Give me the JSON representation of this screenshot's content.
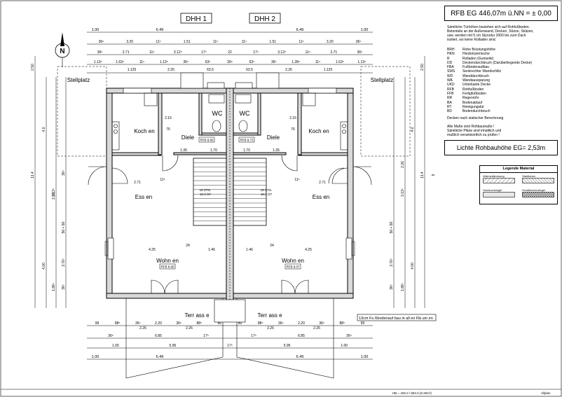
{
  "headers": {
    "dhh1": "DHH 1",
    "dhh2": "DHH 2"
  },
  "title_box": "RFB EG 446,07m ü.NN = ± 0,00",
  "notes": {
    "intro": [
      "Sämtliche Türhöhen beziehen sich auf Rohfußboden.",
      "Betonteile an der Außenwand, Decken, Stürze, Stützen,",
      "usw. werden mit 5 cm Styrodur 2000 bis zum Dach",
      "isoliert, wo keine Rolladen sind."
    ],
    "static": "Decken nach statischer Berechnung",
    "check": [
      "Alle Maße sind Rohbaumaße !",
      "Sämtliche Pläne sind inhaltlich und",
      "maßlich verantwortlich zu prüfen !"
    ]
  },
  "abbreviations": [
    {
      "k": "BRH",
      "v": "Rohe Brüstungshöhe"
    },
    {
      "k": "HKN",
      "v": "Heizkörpernische"
    },
    {
      "k": "R",
      "v": "Rolladen (Gurtseile)"
    },
    {
      "k": "DD",
      "v": "Deckendurchbruch (Darüberliegende Decke)"
    },
    {
      "k": "FBA",
      "v": "Fußbodenaufbau"
    },
    {
      "k": "SWS",
      "v": "Senkrechter Wandschlitz"
    },
    {
      "k": "WD",
      "v": "Wanddurchbruch"
    },
    {
      "k": "WA",
      "v": "Wandaussparung"
    },
    {
      "k": "UKD",
      "v": "Unterkante Decke"
    },
    {
      "k": "RFB",
      "v": "Rohfußboden"
    },
    {
      "k": "FFB",
      "v": "Fertigfußboden"
    },
    {
      "k": "RR",
      "v": "Regenrohr"
    },
    {
      "k": "BA",
      "v": "Bodenablauf"
    },
    {
      "k": "RT",
      "v": "Reinigungstür"
    },
    {
      "k": "BD",
      "v": "Bodendurchbruch"
    }
  ],
  "height_box": "Lichte Rohbauhöhe EG= 2,53m",
  "legend": {
    "title": "Legende Material",
    "items": [
      "Wärmedämmung",
      "Stahlbeton",
      "Hochlochziegel",
      "Schallschutzziegel"
    ]
  },
  "rooms": {
    "stellplatz": "Stellplatz",
    "kochen": "Koch en",
    "diele": "Diele",
    "wc": "WC",
    "essen": "Ess en",
    "wohnen": "Wohn en",
    "terrasse": "Terr ass e"
  },
  "room_tags": {
    "wohnen1": "RFB 8.80",
    "wohnen2": "RFB 8.07",
    "diele1": "RFB 8.80",
    "diele2": "RFB 8.73"
  },
  "stairs": {
    "steps": "15 STG.",
    "rise": "18.3 /27"
  },
  "floor_note": "13cm  Fu ßbodenauf bau  in all en Rä um en",
  "footer": {
    "left": "HB = 426.0 / 584.0 (8.25m²)",
    "right": "Allplan"
  },
  "north_label": "N",
  "dims": {
    "top1": [
      "1.00",
      "6.49",
      "6.49",
      "1.00"
    ],
    "top2": [
      "36⁵",
      "3.20",
      "11⁵",
      "1.51",
      "11⁵",
      "11⁵",
      "1.51",
      "11⁵",
      "3.20",
      "36⁵"
    ],
    "top3": [
      "36⁵",
      "2.71",
      "11⁵",
      "3.12⁵",
      "17⁵",
      "22",
      "17⁵",
      "3.12⁵",
      "11⁵",
      "2.71",
      "36⁵"
    ],
    "top4": [
      "1.13⁵",
      "1.63⁵",
      "11⁵",
      "1.13⁵",
      "36⁵",
      "63⁵",
      "36⁵",
      "63⁵",
      "36⁵",
      "1.28⁵",
      "11⁵",
      "1.63⁵",
      "1.13⁵"
    ],
    "top5": [
      "1.125",
      "2.26",
      "63.5",
      "63.5",
      "2.26",
      "1.125"
    ],
    "bottom1": [
      "99",
      "88⁵",
      "36⁵",
      "2.20",
      "36⁵",
      "88⁵",
      "80",
      "80",
      "88⁵",
      "36⁵",
      "2.20",
      "36⁵",
      "88⁵",
      "99"
    ],
    "bottom1b": [
      "2.26",
      "2.26",
      "2.26",
      "2.26"
    ],
    "bottom2": [
      "36⁵",
      "6.85",
      "17⁵",
      "17⁵",
      "6.85",
      "36⁵"
    ],
    "bottom3": [
      "1.00",
      "5.95",
      "17⁵",
      "5.95",
      "1.00"
    ],
    "bottom4": [
      "1.00",
      "6.49",
      "6.49",
      "1.00"
    ],
    "left": [
      "2.50",
      "4.0",
      "11.4",
      "4.00",
      "1.86⁵",
      "3.13⁵",
      "2.26",
      "36⁵",
      "50 + 80",
      "3.76⁵",
      "36⁵"
    ],
    "right": [
      "2.50",
      "4.0",
      "11.4",
      "9",
      "4.00",
      "1.86⁵",
      "3.13⁵",
      "2.26",
      "50 + 80",
      "3.76⁵",
      "36⁵"
    ],
    "inner": [
      "2.71",
      "11⁵",
      "11⁵",
      "2.71",
      "1.35",
      "1.70",
      "1.70",
      "1.35",
      "4.25",
      "24",
      "1.46",
      "1.46",
      "24",
      "4.25",
      "2.15",
      "2.15",
      "76",
      "76"
    ]
  }
}
